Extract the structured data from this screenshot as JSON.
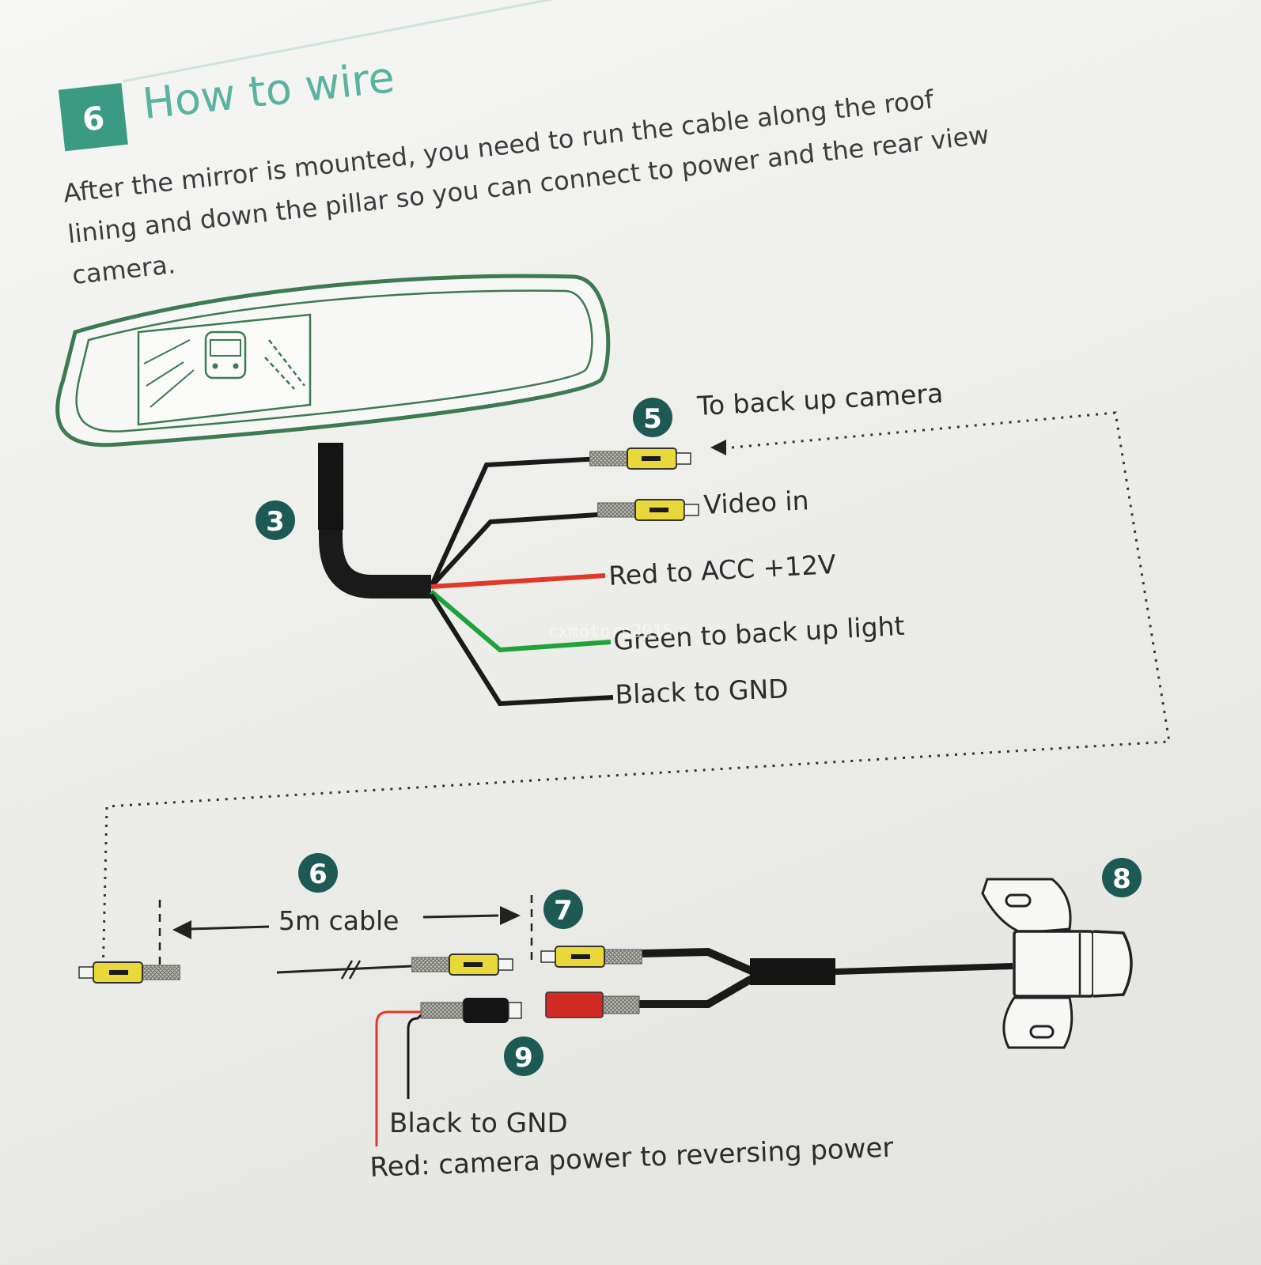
{
  "section": {
    "number": "6",
    "title": "How to wire",
    "intro_lines": [
      "After the mirror is mounted, you need to run the cable along the roof",
      "lining and down the pillar so you can connect to power and the rear view",
      "camera."
    ]
  },
  "callouts": [
    "3",
    "5",
    "6",
    "7",
    "8",
    "9"
  ],
  "labels": {
    "to_camera": "To back up camera",
    "video_in": "Video in",
    "red_acc": "Red to ACC +12V",
    "green_light": "Green to back up light",
    "black_gnd_top": "Black to GND",
    "cable": "5m cable",
    "black_gnd_bottom": "Black to GND",
    "red_power": "Red: camera power to reversing power"
  },
  "watermark": "cxmotors2015",
  "colors": {
    "accent": "#3a9b82",
    "mirror_outline": "#3d7a50",
    "wire_red": "#e0392b",
    "wire_green": "#1fa23a",
    "wire_black": "#1a1a1a",
    "rca_yellow": "#e8d83a",
    "plug_red": "#d12a22"
  }
}
